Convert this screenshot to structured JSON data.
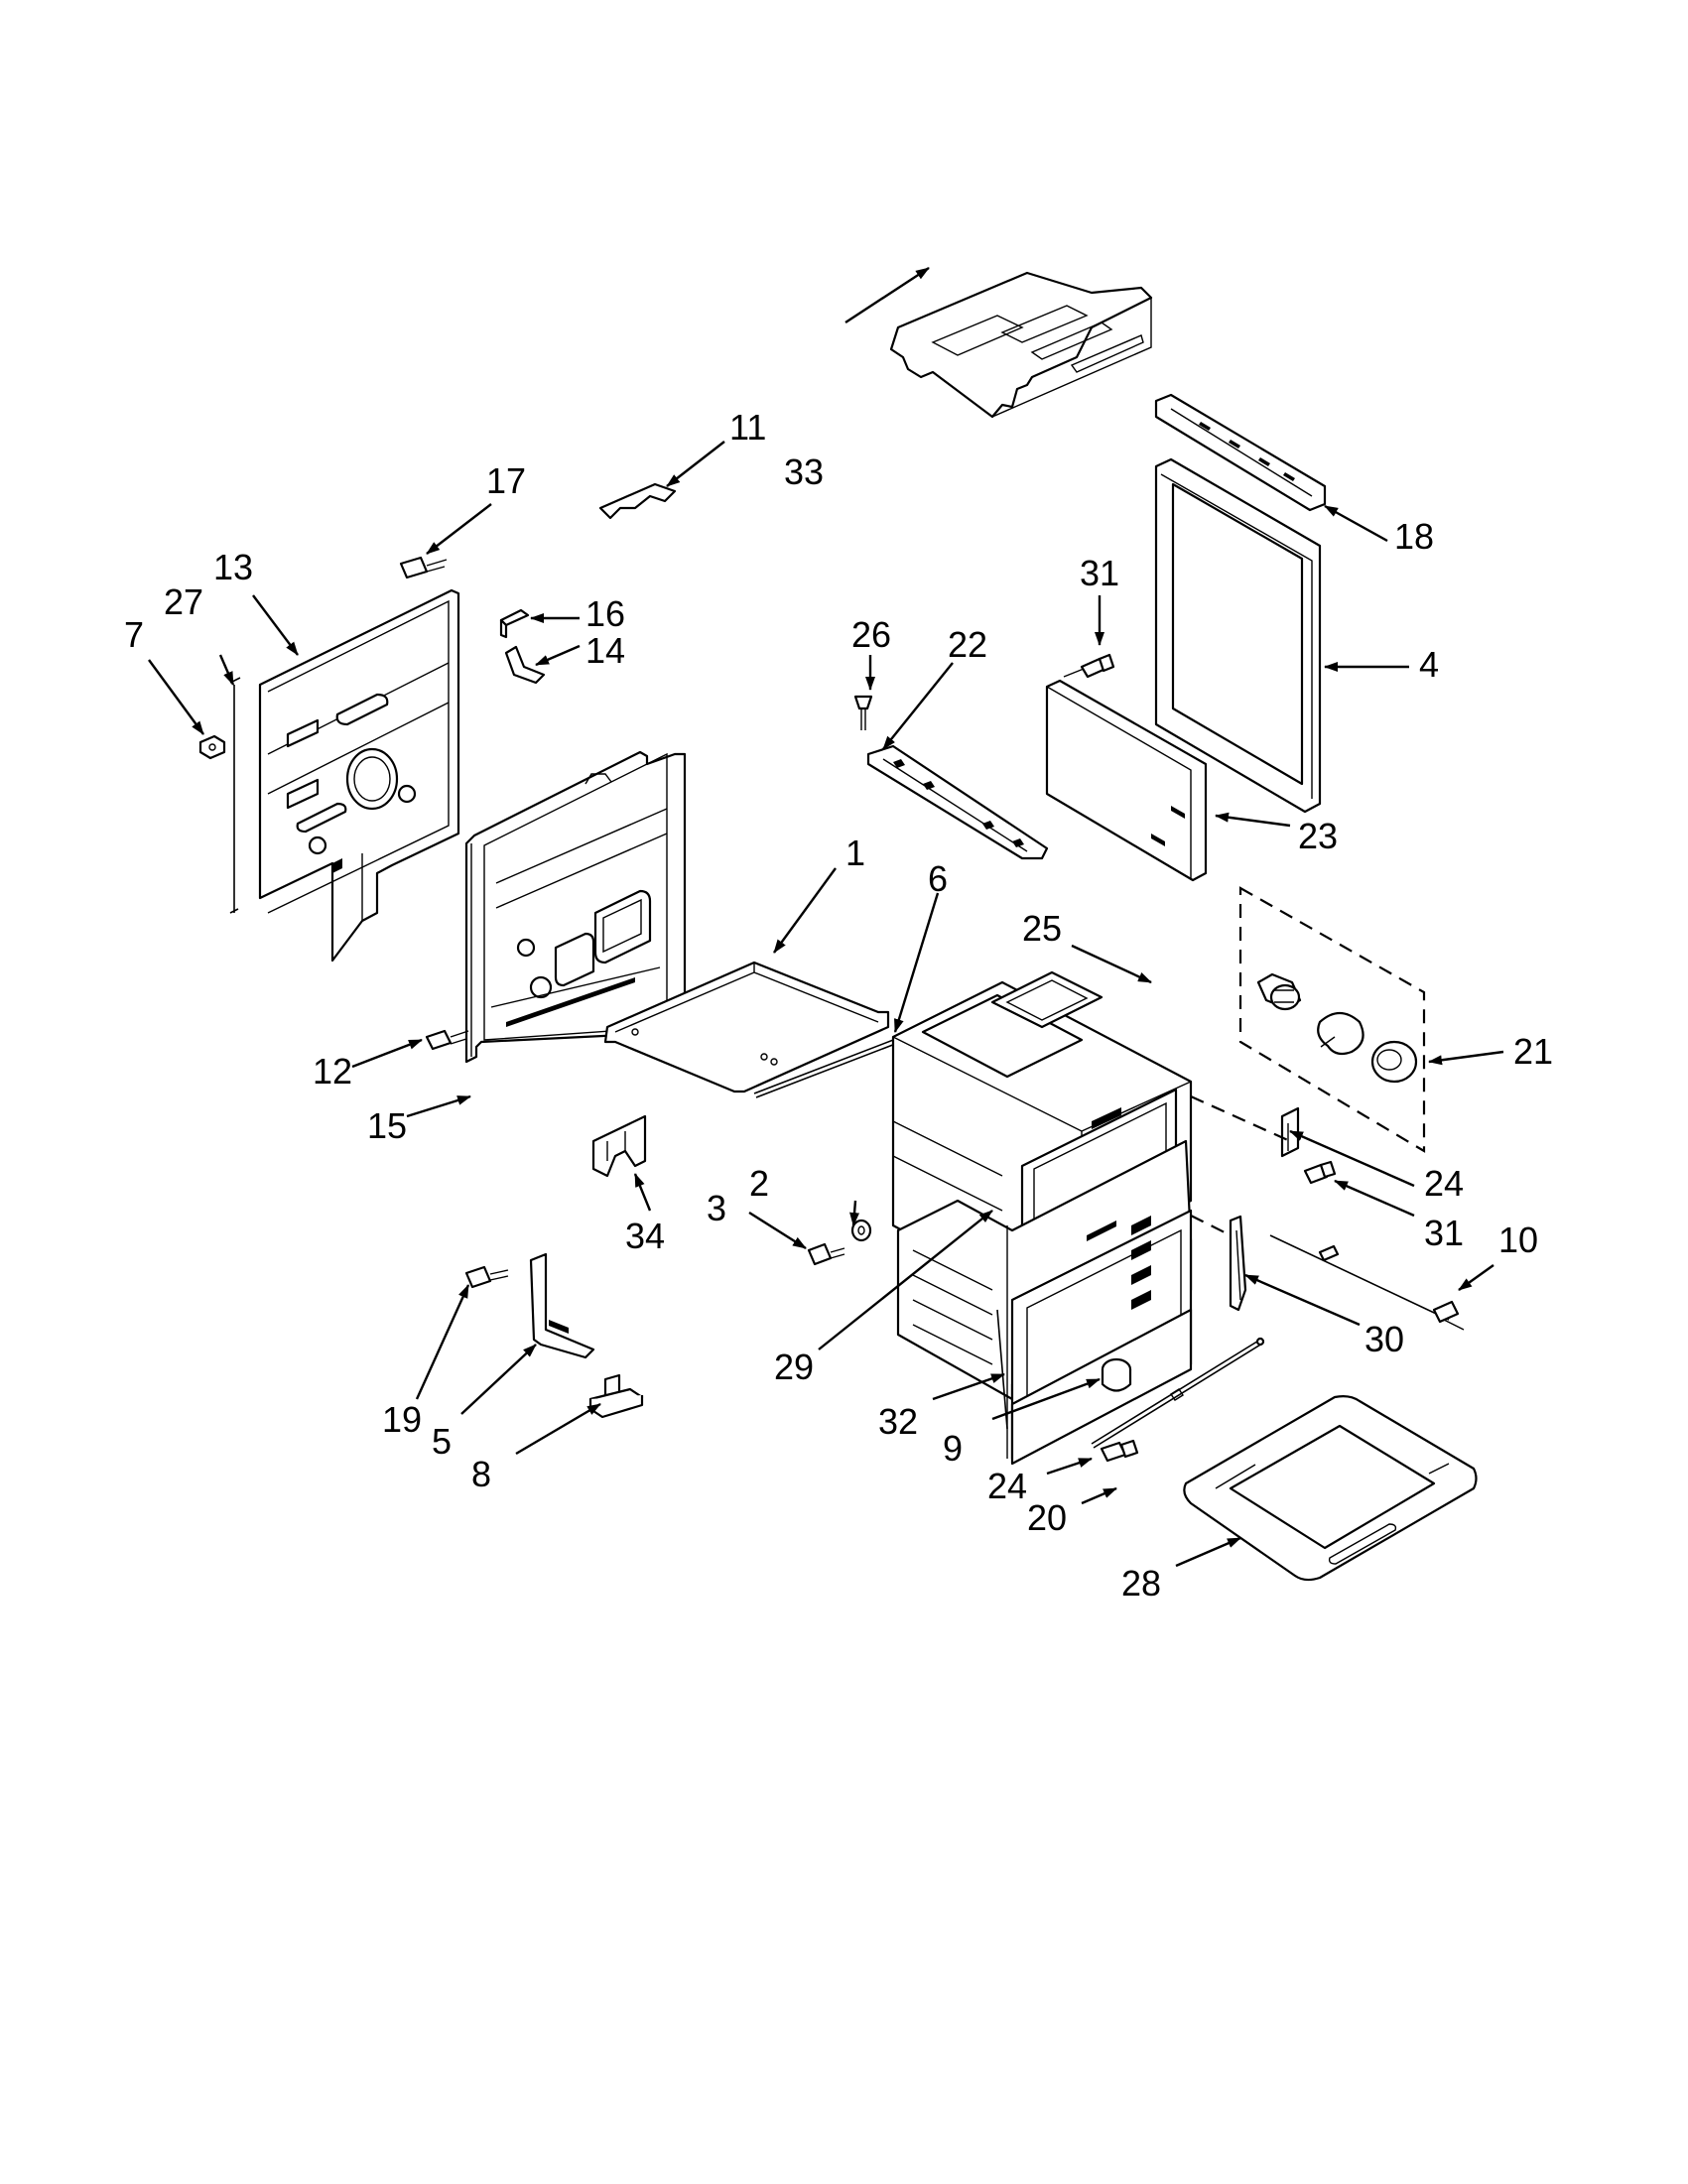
{
  "diagram": {
    "callouts": [
      {
        "id": "c1",
        "text": "1"
      },
      {
        "id": "c2",
        "text": "2"
      },
      {
        "id": "c3",
        "text": "3"
      },
      {
        "id": "c4",
        "text": "4"
      },
      {
        "id": "c5",
        "text": "5"
      },
      {
        "id": "c6",
        "text": "6"
      },
      {
        "id": "c7",
        "text": "7"
      },
      {
        "id": "c8",
        "text": "8"
      },
      {
        "id": "c9",
        "text": "9"
      },
      {
        "id": "c10",
        "text": "10"
      },
      {
        "id": "c11",
        "text": "11"
      },
      {
        "id": "c12",
        "text": "12"
      },
      {
        "id": "c13",
        "text": "13"
      },
      {
        "id": "c14",
        "text": "14"
      },
      {
        "id": "c15",
        "text": "15"
      },
      {
        "id": "c16",
        "text": "16"
      },
      {
        "id": "c17",
        "text": "17"
      },
      {
        "id": "c18",
        "text": "18"
      },
      {
        "id": "c19",
        "text": "19"
      },
      {
        "id": "c20",
        "text": "20"
      },
      {
        "id": "c21",
        "text": "21"
      },
      {
        "id": "c22",
        "text": "22"
      },
      {
        "id": "c23",
        "text": "23"
      },
      {
        "id": "c24a",
        "text": "24"
      },
      {
        "id": "c24b",
        "text": "24"
      },
      {
        "id": "c25",
        "text": "25"
      },
      {
        "id": "c26",
        "text": "26"
      },
      {
        "id": "c27",
        "text": "27"
      },
      {
        "id": "c28",
        "text": "28"
      },
      {
        "id": "c29",
        "text": "29"
      },
      {
        "id": "c30",
        "text": "30"
      },
      {
        "id": "c31a",
        "text": "31"
      },
      {
        "id": "c31b",
        "text": "31"
      },
      {
        "id": "c32",
        "text": "32"
      },
      {
        "id": "c33",
        "text": "33"
      },
      {
        "id": "c34",
        "text": "34"
      }
    ]
  }
}
